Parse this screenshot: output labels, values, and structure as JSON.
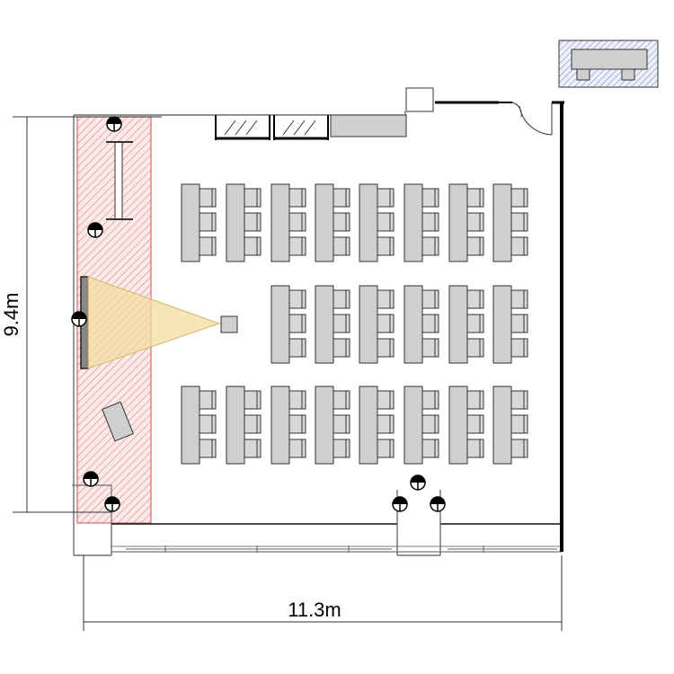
{
  "dimensions": {
    "height_label": "9.4m",
    "width_label": "11.3m"
  },
  "layout": {
    "desk_rows": 3,
    "desks_per_row": [
      8,
      6,
      8
    ],
    "seats_per_desk": 3
  },
  "colors": {
    "wall": "#000000",
    "desk_fill": "#cfcfcf",
    "hatch_red": "#e57373",
    "projection_fill": "#f3dca0"
  },
  "icons": {
    "door": "door-swing-icon",
    "speaker": "ceiling-speaker-icon",
    "projector": "projector-icon",
    "screen": "projection-screen-icon"
  }
}
